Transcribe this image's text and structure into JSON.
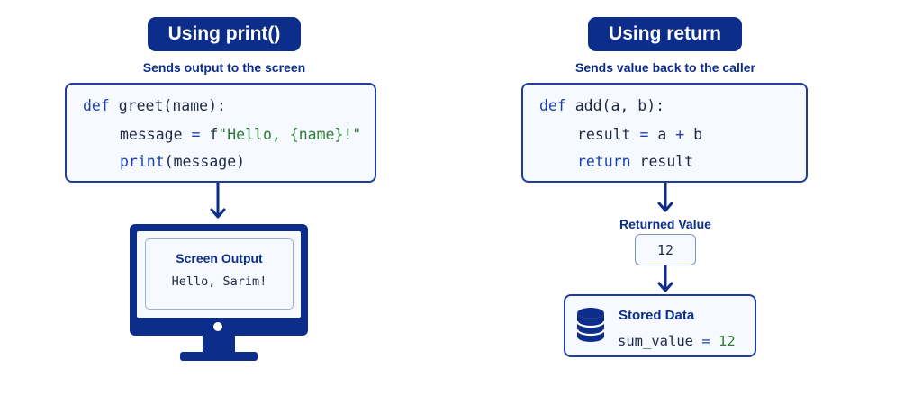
{
  "left": {
    "title": "Using print()",
    "subtitle": "Sends output to the screen",
    "code": {
      "line1": {
        "kw": "def",
        "rest": "greet(name):"
      },
      "line2": {
        "var": "message",
        "op": "=",
        "prefix": "f",
        "string": "\"Hello, {name}!\""
      },
      "line3": {
        "kw": "print",
        "rest": "(message)"
      }
    },
    "screen": {
      "title": "Screen Output",
      "text": "Hello, Sarim!"
    }
  },
  "right": {
    "title": "Using return",
    "subtitle": "Sends value back to the caller",
    "code": {
      "line1": {
        "kw": "def",
        "rest": "add(a, b):"
      },
      "line2": {
        "var": "result",
        "op": "=",
        "expr_a": "a",
        "op2": "+",
        "expr_b": "b"
      },
      "line3": {
        "kw": "return",
        "rest": "result"
      }
    },
    "returned": {
      "label": "Returned Value",
      "value": "12"
    },
    "stored": {
      "title": "Stored Data",
      "var": "sum_value",
      "op": "=",
      "value": "12"
    }
  },
  "colors": {
    "primary": "#0c2d8a",
    "keyword": "#1a3fb0",
    "string": "#2e7d32",
    "panel": "#f6f9ff"
  },
  "icons": {
    "monitor": "computer-monitor-icon",
    "database": "database-icon",
    "arrow": "arrow-down-icon"
  }
}
